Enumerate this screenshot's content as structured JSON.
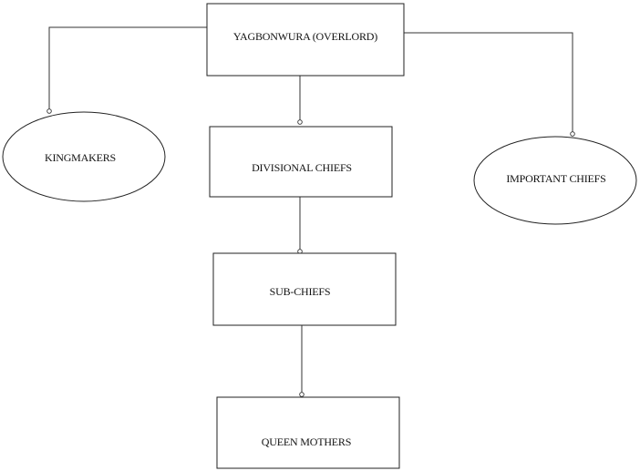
{
  "nodes": {
    "overlord": {
      "label": "YAGBONWURA (OVERLORD)"
    },
    "kingmakers": {
      "label": "KINGMAKERS"
    },
    "divisional": {
      "label": "DIVISIONAL CHIEFS"
    },
    "important": {
      "label": "IMPORTANT CHIEFS"
    },
    "sub": {
      "label": "SUB-CHIEFS"
    },
    "queen": {
      "label": "QUEEN MOTHERS"
    }
  },
  "colors": {
    "stroke": "#222222",
    "text": "#111111",
    "background": "#ffffff"
  }
}
